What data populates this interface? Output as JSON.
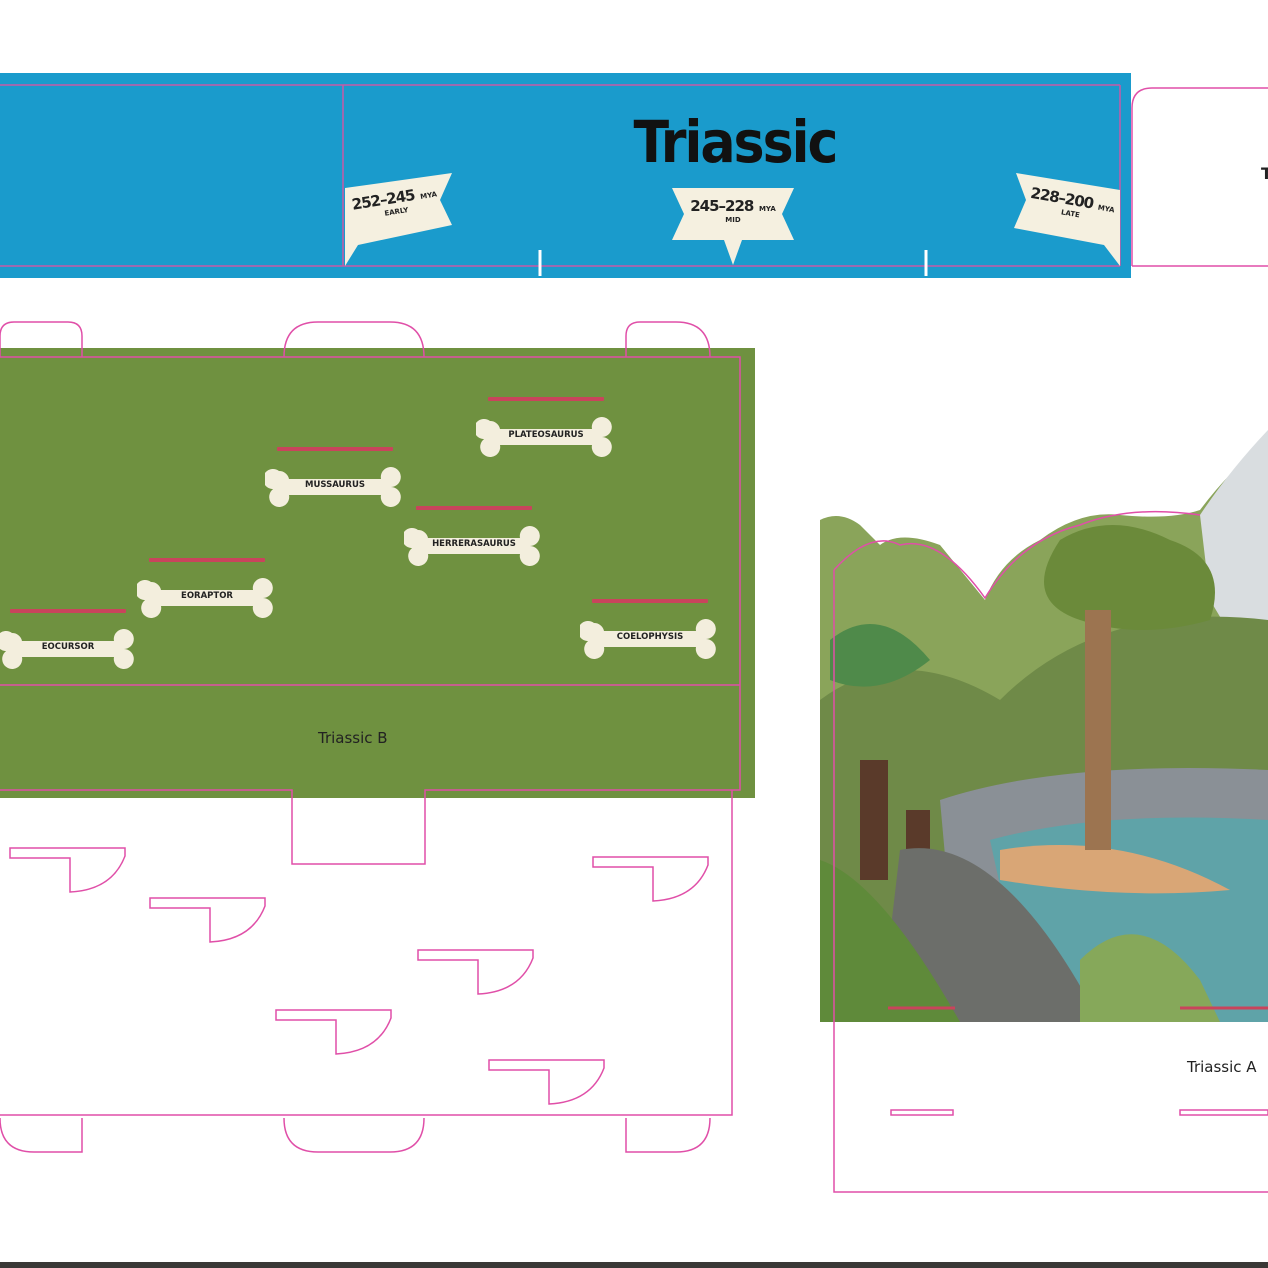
{
  "band": {
    "title": "Triassic",
    "color": "#1a9bcc",
    "flags": [
      {
        "range": "252–245",
        "unit": "MYA",
        "stage": "EARLY"
      },
      {
        "range": "245–228",
        "unit": "MYA",
        "stage": "MID"
      },
      {
        "range": "228–200",
        "unit": "MYA",
        "stage": "LATE"
      }
    ],
    "next_panel_letter": "T"
  },
  "board_b": {
    "label": "Triassic B",
    "color": "#6f9140",
    "bones": [
      {
        "name": "PLATEOSAURUS"
      },
      {
        "name": "MUSSAURUS"
      },
      {
        "name": "HERRERASAURUS"
      },
      {
        "name": "EORAPTOR"
      },
      {
        "name": "EOCURSOR"
      },
      {
        "name": "COELOPHYSIS"
      }
    ]
  },
  "board_a": {
    "label": "Triassic A"
  },
  "cut_line_color": "#e04fa8"
}
